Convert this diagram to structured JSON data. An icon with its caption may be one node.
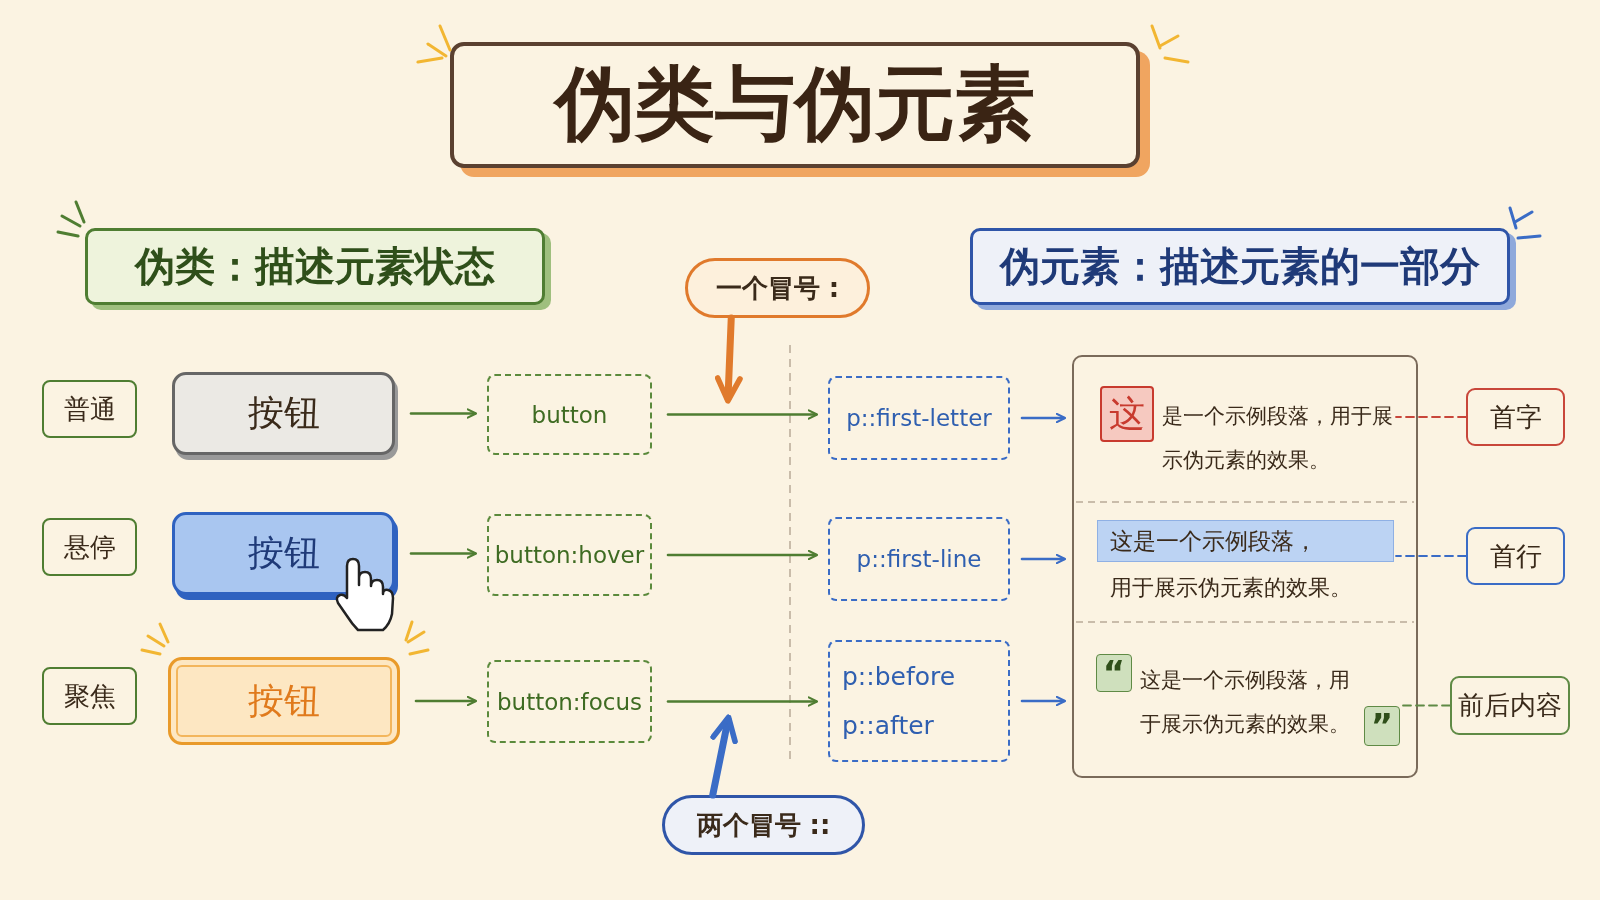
{
  "diagram": {
    "title": "伪类与伪元素",
    "nodes": [
      {
        "text": [
          "伪类：描述元素状态"
        ]
      },
      {
        "text": [
          "一个冒号 :"
        ]
      },
      {
        "text": [
          "伪元素：描述元素的一部分"
        ]
      },
      {
        "text": [
          "普通"
        ]
      },
      {
        "text": [
          "按钮"
        ]
      },
      {
        "text": [
          "button"
        ]
      },
      {
        "text": [
          "p::first-letter"
        ]
      },
      {
        "text": [],
        "shape": "box"
      },
      {
        "text": [
          "这"
        ],
        "in": 7
      },
      {
        "text": [
          "是一个示例段落，用于展示伪元素的效果。"
        ],
        "in": 7
      },
      {
        "text": [
          "首字"
        ]
      },
      {
        "text": [
          "悬停"
        ]
      },
      {
        "text": [
          "按钮"
        ]
      },
      {
        "text": [
          "button:hover"
        ]
      },
      {
        "text": [
          "p::first-line"
        ]
      },
      {
        "text": [
          "这是一个示例段落，"
        ],
        "in": 7
      },
      {
        "text": [
          "用于展示伪元素的效果。"
        ],
        "in": 7
      },
      {
        "text": [
          "首行"
        ]
      },
      {
        "text": [
          "聚焦"
        ]
      },
      {
        "text": [
          "按钮"
        ]
      },
      {
        "text": [
          "button:focus"
        ]
      },
      {
        "text": [
          "p::before",
          "p::after"
        ]
      },
      {
        "text": [
          "“"
        ],
        "in": 7
      },
      {
        "text": [
          "这是一个示例段落，用于展示伪元素的效果。"
        ],
        "in": 7
      },
      {
        "text": [
          "”"
        ],
        "in": 7
      },
      {
        "text": [
          "前后内容"
        ]
      },
      {
        "text": [
          "两个冒号 ::"
        ]
      }
    ],
    "edges": [
      {
        "from": 4,
        "to": 5,
        "arrow": "to"
      },
      {
        "from": 5,
        "to": 6,
        "arrow": "to"
      },
      {
        "from": 6,
        "to": 7,
        "arrow": "to",
        "color": "#3a6cc6"
      },
      {
        "from": 12,
        "to": 13,
        "arrow": "to"
      },
      {
        "from": 13,
        "to": 14,
        "arrow": "to"
      },
      {
        "from": 14,
        "to": 7,
        "arrow": "to",
        "color": "#3a6cc6"
      },
      {
        "from": 19,
        "to": 20,
        "arrow": "to"
      },
      {
        "from": 20,
        "to": 21,
        "arrow": "to"
      },
      {
        "from": 21,
        "to": 7,
        "arrow": "to",
        "color": "#3a6cc6"
      },
      {
        "from": 1,
        "to": null,
        "arrow": "to",
        "style": "thick",
        "color": "#e07a2c"
      },
      {
        "from": 26,
        "to": null,
        "arrow": "to",
        "style": "thick",
        "color": "#3a6cc6"
      },
      {
        "from": 10,
        "to": 9,
        "arrow": "none",
        "style": "dashed",
        "color": "#c8463a"
      },
      {
        "from": 17,
        "to": 15,
        "arrow": "none",
        "style": "dashed",
        "color": "#3a6cc6"
      },
      {
        "from": 25,
        "to": 24,
        "arrow": "none",
        "style": "dashed",
        "color": "#5f8a45"
      }
    ]
  }
}
